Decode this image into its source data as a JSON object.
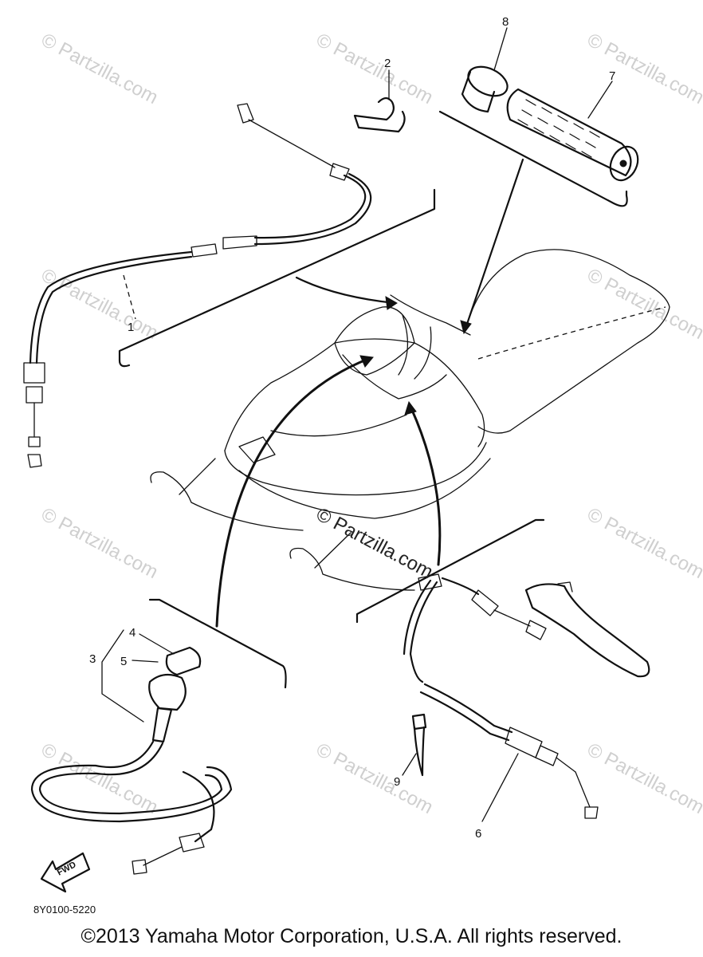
{
  "diagram": {
    "callouts": {
      "c1": "1",
      "c2": "2",
      "c3": "3",
      "c4": "4",
      "c5": "5",
      "c6": "6",
      "c7": "7",
      "c8": "8",
      "c9": "9"
    },
    "watermark": "© Partzilla.com",
    "fwd_label": "FWD",
    "drawing_code": "8Y0100-5220"
  },
  "footer": {
    "copyright": "©2013  Yamaha Motor Corporation, U.S.A. All rights reserved."
  },
  "colors": {
    "line": "#111111",
    "watermark": "#cfcfcf",
    "background": "#ffffff"
  }
}
